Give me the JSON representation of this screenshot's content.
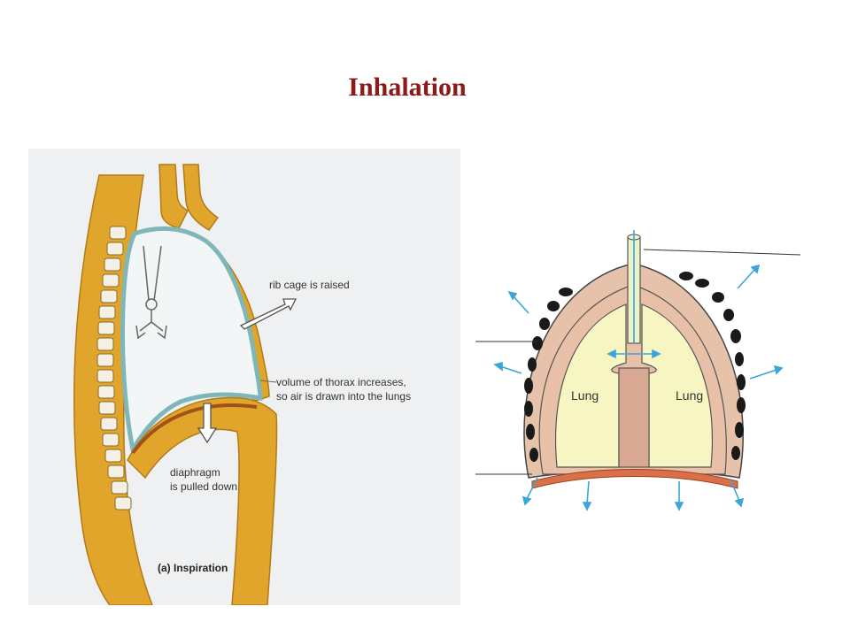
{
  "title": "Inhalation",
  "left_diagram": {
    "labels": {
      "rib_cage": "rib cage is raised",
      "volume_line1": "volume of thorax increases,",
      "volume_line2": "so air is drawn into the lungs",
      "diaphragm_line1": "diaphragm",
      "diaphragm_line2": "is pulled down",
      "caption": "(a) Inspiration"
    }
  },
  "right_diagram": {
    "labels": {
      "lung_left": "Lung",
      "lung_right": "Lung"
    }
  },
  "colors": {
    "title": "#8b1a1a",
    "bone": "#e0a62a",
    "lung_fill": "#f7f5c2",
    "wall_fill": "#e8c0a8",
    "diaphragm": "#d9704a",
    "arrow": "#3aa6d8"
  }
}
